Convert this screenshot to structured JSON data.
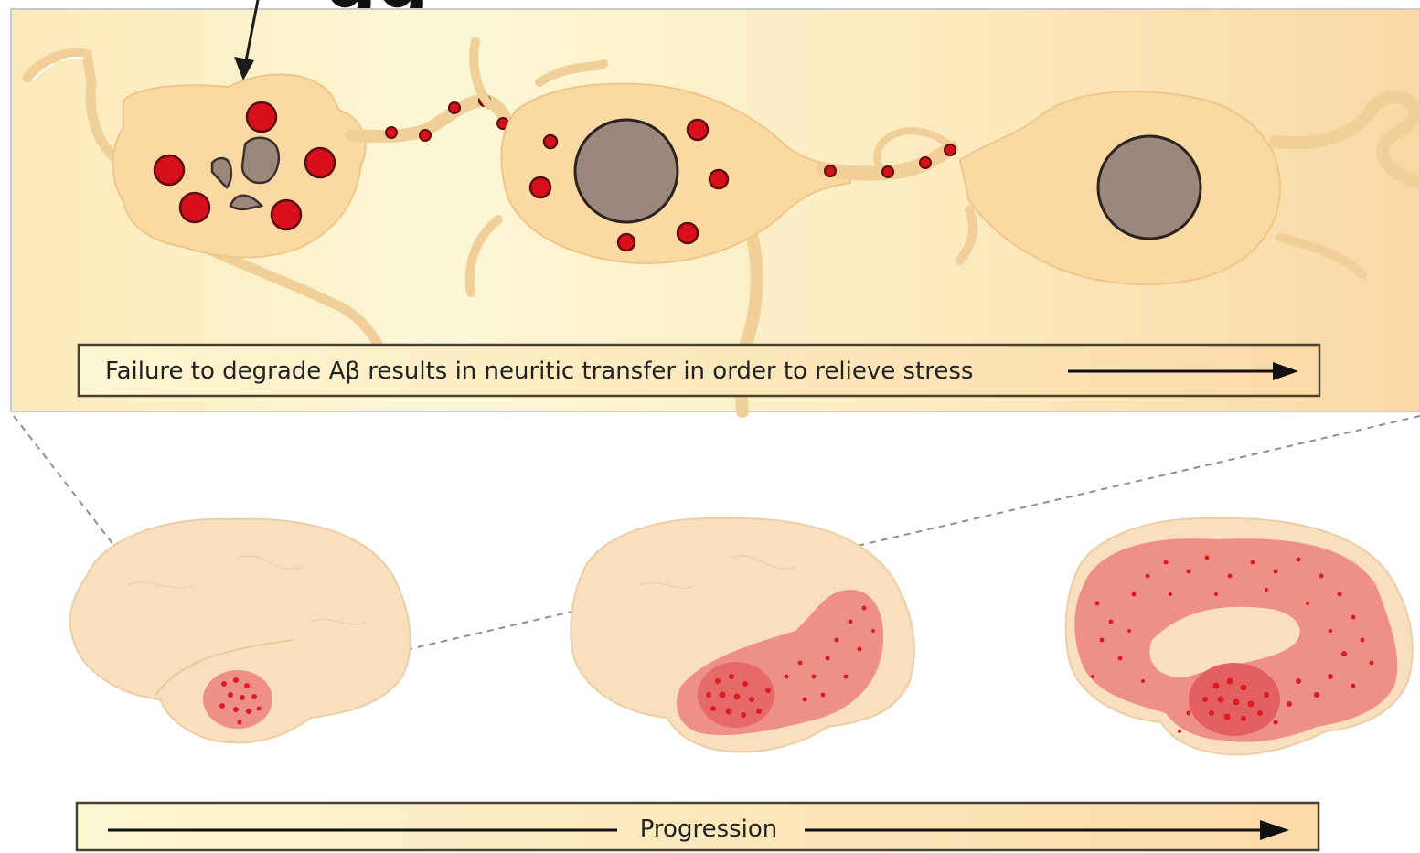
{
  "top_label": "Failure to degrade Aβ results in neuritic transfer in order to relieve stress",
  "bottom_label": "Progression",
  "cropped_top_text": "gg",
  "colors": {
    "cell_fill": "#fbd9a2",
    "cell_stroke": "#e9c07d",
    "granule": "#d90f1c",
    "nucleus": "#9b877c",
    "brain_fill": "#f9dfbd",
    "plaque_region": "#ee9088",
    "plaque_dot": "#dd1c22",
    "panel_light": "#fdf6d2",
    "panel_dark": "#fadcaa"
  },
  "icons": [
    "arrow-down-icon",
    "arrow-right-icon"
  ]
}
